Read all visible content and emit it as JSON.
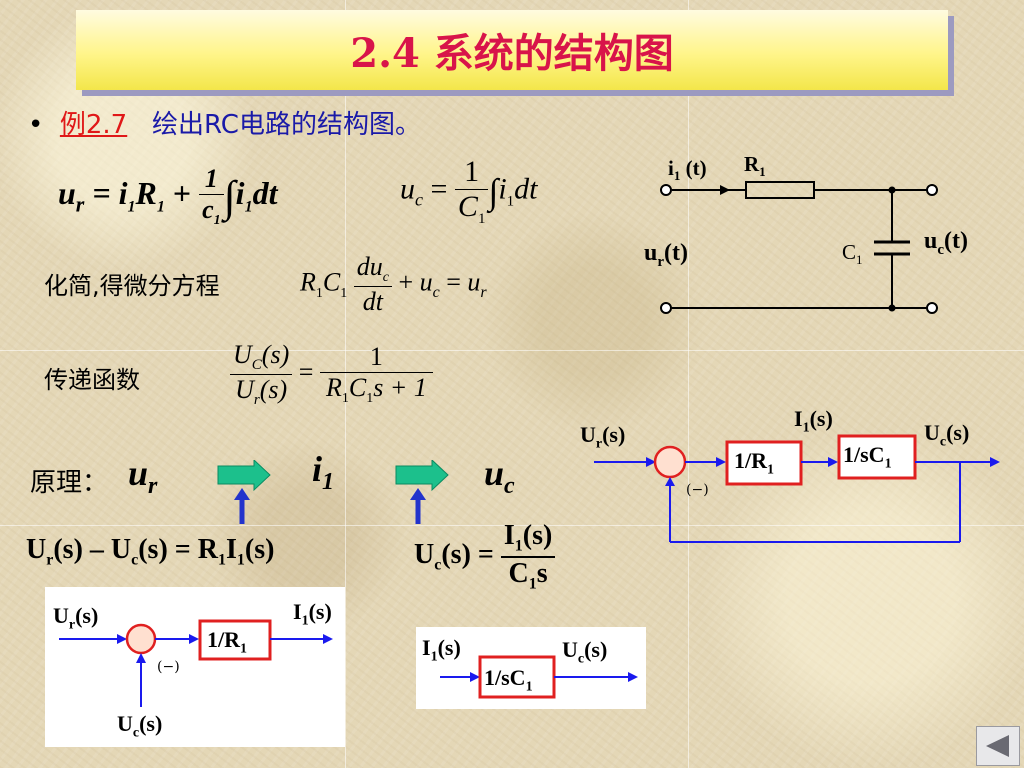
{
  "title": "2.4  系统的结构图",
  "example": {
    "label": "例2.7",
    "text": "绘出RC电路的结构图。"
  },
  "equations": {
    "ur_lhs": "u",
    "ur_sub": "r",
    "ur_rhs_1": "= i",
    "sub_1": "1",
    "R": "R",
    "plus": "+",
    "frac_num": "1",
    "frac_den": "c",
    "int_sign": "∫",
    "i1dt_i": "i",
    "i1dt_dt": "dt",
    "uc": "u",
    "uc_sub": "c",
    "eq": "=",
    "C": "C",
    "du": "du",
    "dt": "dt",
    "RC": "R",
    "plus2": "+",
    "eq2": "="
  },
  "simplify_label": "化简,得微分方程",
  "transfer_label": "传递函数",
  "transfer": {
    "num_left": "U",
    "num_left_sub": "C",
    "s_paren": "(s)",
    "den_left": "U",
    "den_left_sub": "r",
    "eq": "=",
    "num_right": "1",
    "den_right_R": "R",
    "den_right_C": "C",
    "den_right_rest": "s + 1"
  },
  "principle": {
    "label": "原理：",
    "var1": "u",
    "var1_sub": "r",
    "var2": "i",
    "var2_sub": "1",
    "var3": "u",
    "var3_sub": "c"
  },
  "bottom_eq1": {
    "U": "U",
    "r": "r",
    "s": "(s)",
    "minus": "–",
    "c": "c",
    "eq": "=",
    "R": "R",
    "one": "1",
    "I": "I"
  },
  "bottom_eq2": {
    "U": "U",
    "c": "c",
    "s": "(s)",
    "eq": "=",
    "I": "I",
    "one": "1",
    "C": "C",
    "s2": "s"
  },
  "circuit": {
    "i1_label": "i",
    "i1_sub": "1",
    "i1_t": "(t)",
    "R1": "R",
    "R1_sub": "1",
    "ur": "u",
    "ur_sub": "r",
    "ur_t": "(t)",
    "C1": "C",
    "C1_sub": "1",
    "uc": "u",
    "uc_sub": "c",
    "uc_t": "(t)"
  },
  "block_full": {
    "input": "U",
    "input_sub": "r",
    "input_s": "(s)",
    "minus_sign": "(−)",
    "block1": "1/R",
    "block1_sub": "1",
    "mid": "I",
    "mid_sub": "1",
    "mid_s": "(s)",
    "block2": "1/sC",
    "block2_sub": "1",
    "output": "U",
    "output_sub": "c",
    "output_s": "(s)"
  },
  "block_a": {
    "input": "U",
    "input_sub": "r",
    "input_s": "(s)",
    "minus_sign": "(−)",
    "block": "1/R",
    "block_sub": "1",
    "output": "I",
    "output_sub": "1",
    "output_s": "(s)",
    "feedback": "U",
    "feedback_sub": "c",
    "feedback_s": "(s)"
  },
  "block_b": {
    "input": "I",
    "input_sub": "1",
    "input_s": "(s)",
    "block": "1/sC",
    "block_sub": "1",
    "output": "U",
    "output_sub": "c",
    "output_s": "(s)"
  },
  "colors": {
    "title": "#d8144a",
    "example_label": "#e01818",
    "example_text": "#1a1aa8",
    "diagram_line": "#1a1aee",
    "block_border": "#e02020",
    "summing_fill": "#ffe0d0",
    "summing_stroke": "#e02020",
    "principle_arrow": "#1cc08c",
    "principle_up_arrow": "#2233cc"
  },
  "icons": {
    "nav": "triangle-left-icon"
  }
}
